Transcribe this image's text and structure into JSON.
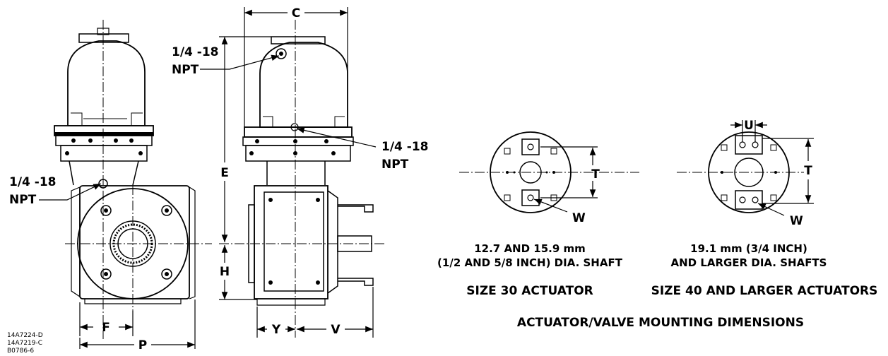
{
  "front_view": {
    "port_top_label_1": "1/4 -18",
    "port_top_label_2": "NPT",
    "port_side_label_1": "1/4 -18",
    "port_side_label_2": "NPT",
    "dim_f": "F",
    "dim_p": "P"
  },
  "side_view": {
    "dim_c": "C",
    "dim_e": "E",
    "dim_h": "H",
    "dim_y": "Y",
    "dim_v": "V",
    "port_label_1": "1/4 -18",
    "port_label_2": "NPT"
  },
  "mount_30": {
    "dim_t": "T",
    "dim_w": "W",
    "caption_1": "12.7 AND 15.9 mm",
    "caption_2": "(1/2 AND 5/8 INCH) DIA. SHAFT",
    "title": "SIZE 30 ACTUATOR"
  },
  "mount_40": {
    "dim_u": "U",
    "dim_t": "T",
    "dim_w": "W",
    "caption_1": "19.1 mm (3/4 INCH)",
    "caption_2": "AND LARGER DIA. SHAFTS",
    "title": "SIZE 40 AND LARGER ACTUATORS"
  },
  "figure_title": "ACTUATOR/VALVE MOUNTING DIMENSIONS",
  "drawing_refs": [
    "14A7224-D",
    "14A7219-C",
    "B0786-6"
  ]
}
